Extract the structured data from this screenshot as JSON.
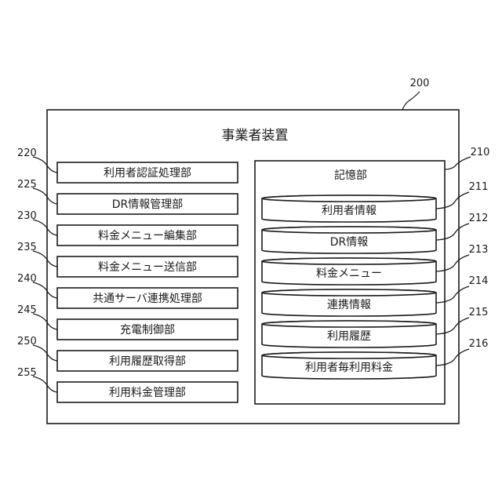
{
  "device": {
    "ref": "200",
    "title": "事業者装置"
  },
  "units": [
    {
      "ref": "220",
      "label": "利用者認証処理部"
    },
    {
      "ref": "225",
      "label": "DR情報管理部"
    },
    {
      "ref": "230",
      "label": "料金メニュー編集部"
    },
    {
      "ref": "235",
      "label": "料金メニュー送信部"
    },
    {
      "ref": "240",
      "label": "共通サーバ連携処理部"
    },
    {
      "ref": "245",
      "label": "充電制御部"
    },
    {
      "ref": "250",
      "label": "利用履歴取得部"
    },
    {
      "ref": "255",
      "label": "利用料金管理部"
    }
  ],
  "storage": {
    "ref": "210",
    "title": "記憶部",
    "items": [
      {
        "ref": "211",
        "label": "利用者情報"
      },
      {
        "ref": "212",
        "label": "DR情報"
      },
      {
        "ref": "213",
        "label": "料金メニュー"
      },
      {
        "ref": "214",
        "label": "連携情報"
      },
      {
        "ref": "215",
        "label": "利用履歴"
      },
      {
        "ref": "216",
        "label": "利用者毎利用料金"
      }
    ]
  }
}
